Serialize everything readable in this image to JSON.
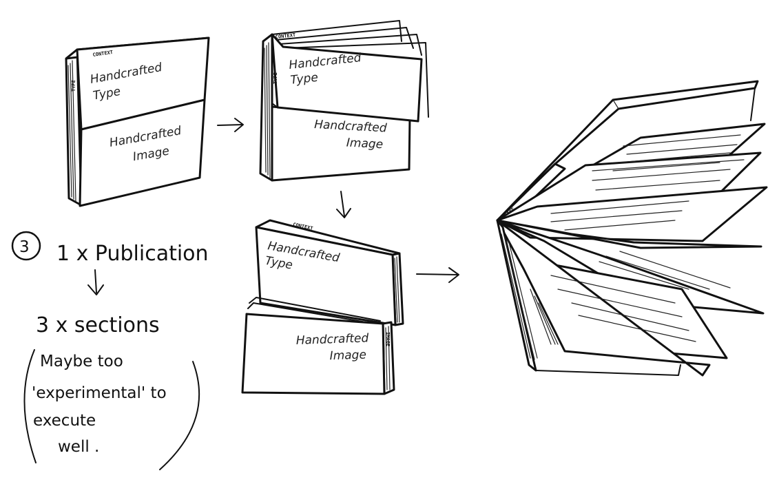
{
  "book1": {
    "top_label": "Handcrafted Type",
    "bottom_label": "Handcrafted Image",
    "top_edge_label": "CONTEXT",
    "spine_label": "TYPE"
  },
  "book2": {
    "top_label": "Handcrafted Type",
    "bottom_label": "Handcrafted Image",
    "top_edge_label": "CONTEXT",
    "spine_label": "TYPE"
  },
  "book3": {
    "top_label": "Handcrafted Type",
    "bottom_label": "Handcrafted Image",
    "top_edge_label": "CONTEXT",
    "side_label": "IMAGE"
  },
  "fan_book": {
    "spine_label": "TYPE"
  },
  "notes": {
    "number": "3",
    "publication": "1 x Publication",
    "sections": "3 x sections",
    "caveat_line1": "Maybe too",
    "caveat_line2": "'experimental' to",
    "caveat_line3": "execute",
    "caveat_line4": "well ."
  },
  "icons": {
    "arrows": [
      "arrow-right-icon",
      "arrow-down-icon",
      "arrow-right-icon",
      "arrow-down-icon"
    ]
  }
}
